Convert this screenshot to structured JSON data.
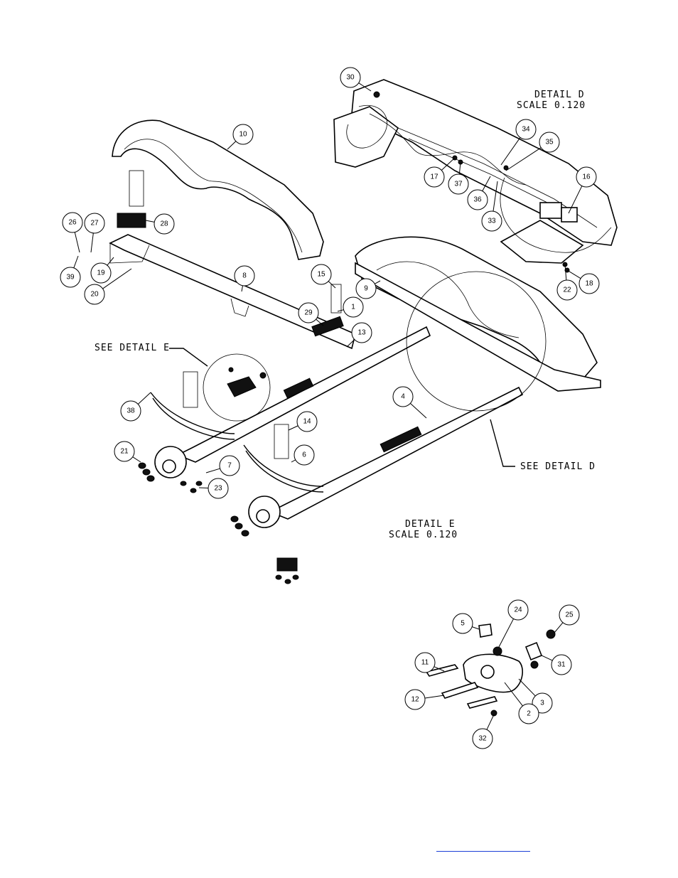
{
  "captions": {
    "detail_d_title": "DETAIL  D",
    "detail_d_scale": "SCALE  0.120",
    "detail_e_title": "DETAIL  E",
    "detail_e_scale": "SCALE  0.120",
    "see_detail_e": "SEE DETAIL  E",
    "see_detail_d": "SEE DETAIL  D"
  },
  "balloons": [
    "30",
    "34",
    "35",
    "17",
    "37",
    "36",
    "33",
    "16",
    "18",
    "22",
    "10",
    "28",
    "26",
    "27",
    "39",
    "19",
    "20",
    "8",
    "15",
    "9",
    "1",
    "29",
    "13",
    "38",
    "21",
    "7",
    "23",
    "14",
    "6",
    "4",
    "5",
    "24",
    "25",
    "11",
    "31",
    "12",
    "3",
    "2",
    "32"
  ],
  "colors": {
    "line": "#000000",
    "link": "#1a3fd6"
  }
}
